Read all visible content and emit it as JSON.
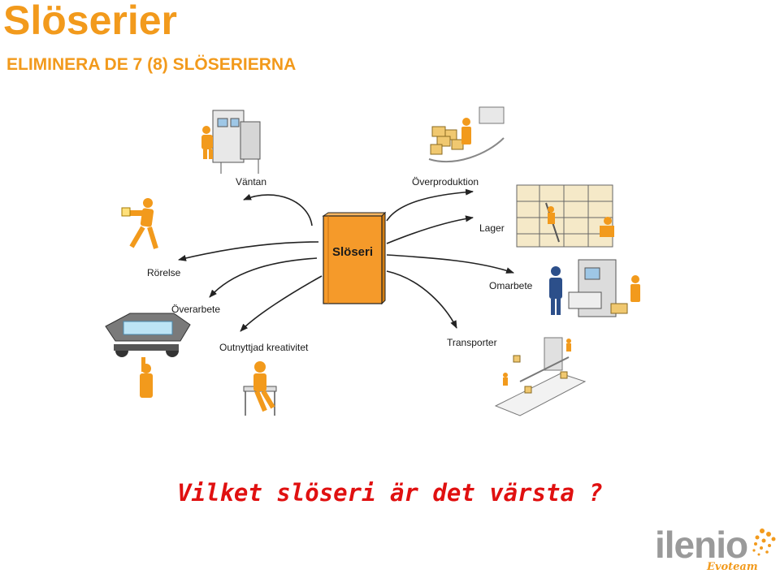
{
  "slide": {
    "title": "Slöserier",
    "subtitle": "ELIMINERA DE 7 (8) SLÖSERIERNA",
    "question": "Vilket slöseri är det värsta ?"
  },
  "center": {
    "label": "Slöseri"
  },
  "wastes": {
    "vantan": "Väntan",
    "rorelse": "Rörelse",
    "overarbete": "Överarbete",
    "kreativitet": "Outnyttjad kreativitet",
    "overproduktion": "Överproduktion",
    "lager": "Lager",
    "omarbete": "Omarbete",
    "transporter": "Transporter"
  },
  "logo": {
    "word": "ilenio",
    "sub": "Evoteam"
  },
  "colors": {
    "accent": "#f29a1c",
    "question": "#e01010",
    "logo_gray": "#9a9a9a"
  }
}
